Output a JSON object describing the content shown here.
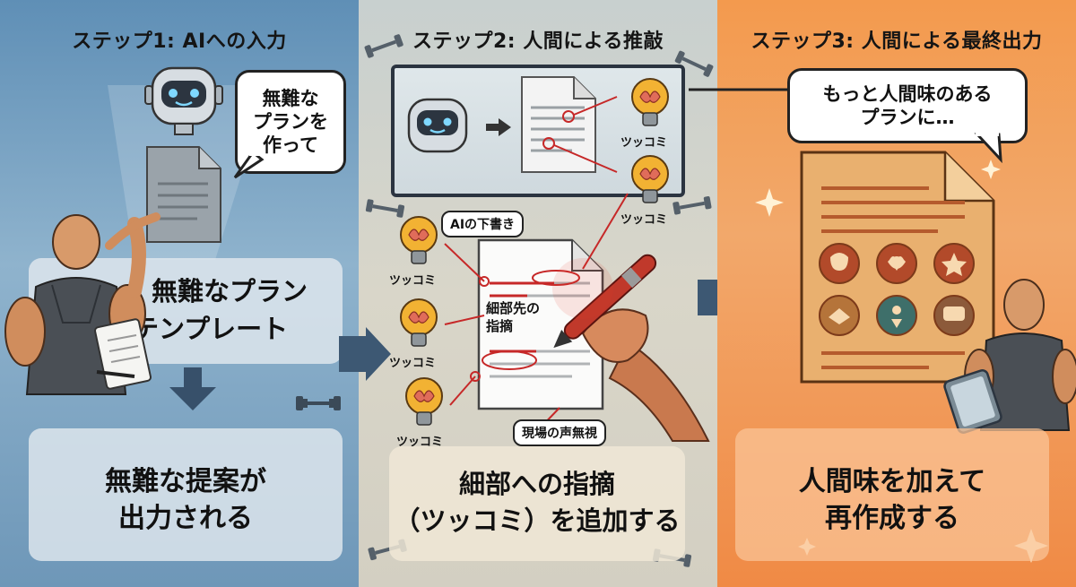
{
  "steps": [
    {
      "title": "ステップ1: AIへの入力",
      "bubble_line1": "無難な",
      "bubble_line2": "プランを",
      "bubble_line3": "作って",
      "template_line1": "・無難なプラン",
      "template_line2": "テンプレート",
      "result_line1": "無難な提案が",
      "result_line2": "出力される"
    },
    {
      "title": "ステップ2: 人間による推敲",
      "tsukkomi": "ツッコミ",
      "draft_label": "AIの下書き",
      "detail_line1": "細部先の",
      "detail_line2": "指摘",
      "ignore_label": "現場の声無視",
      "result_line1": "細部への指摘",
      "result_line2": "（ツッコミ）を追加する"
    },
    {
      "title": "ステップ3: 人間による最終出力",
      "bubble_line1": "もっと人間味のある",
      "bubble_line2": "プランに…",
      "result_line1": "人間味を加えて",
      "result_line2": "再作成する"
    }
  ],
  "colors": {
    "panel1": "#6e97b8",
    "panel2": "#d3cfc2",
    "panel3": "#f08a45",
    "accent_red": "#c62828"
  }
}
